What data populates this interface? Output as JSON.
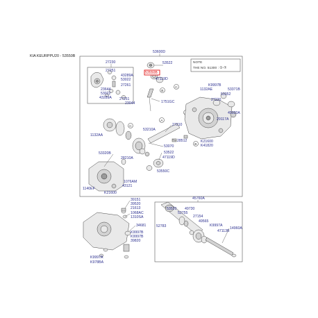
{
  "header": {
    "model_text": "KIA KEURPPU20 - 53550B"
  },
  "note": {
    "title": "NOTE",
    "text": "THE NO. 51300 : ①-⑦"
  },
  "highlighted_label": "53550B",
  "callout_letters": {
    "a1": "A",
    "a2": "A",
    "b1": "B",
    "b2": "B",
    "c1": "C",
    "c2": "C"
  },
  "labels": {
    "p53600D": "53600D",
    "p27230": "27230",
    "p27251a": "27251",
    "p43289A": "43289A",
    "p53022a": "53022",
    "p27261": "27261",
    "p23644": "23644",
    "p53022b": "53022",
    "p43289Ab": "43289A",
    "p27251b": "27251",
    "p23044": "23044",
    "p53522a": "53522",
    "p47119Da": "47119D",
    "p1751GC": "1751GC",
    "pK9997B": "K9997B",
    "p1132AE": "1132AE",
    "p53371B": "53371B",
    "p53352": "53352",
    "p27220": "27220",
    "p45020A": "45020A",
    "p29117A": "29117A",
    "p1132AA": "1132AA",
    "p53210A": "53210A",
    "p27210": "27210",
    "p28512": "28512",
    "pK21600a": "K21600",
    "pK41820": "K41820",
    "p53070": "53070",
    "p53320B": "53320B",
    "p28210A": "28210A",
    "p53522b": "53522",
    "p47119Db": "47119D",
    "p53550C": "53550C",
    "p1076AM": "1076AM",
    "p43121": "43121",
    "p1140EF": "1140EF",
    "pK21600b": "K21600",
    "p39151": "39151",
    "p39520": "39520",
    "p21613": "21613",
    "p1068AC": "1068AC",
    "p1310SA": "1310SA",
    "p34681": "34681",
    "pK9997Ba": "K9997B",
    "pK9997Bb": "K9997B",
    "p39820": "39820",
    "pK9997A": "K9997A",
    "pK978BA": "K978BA",
    "p45760A": "45760A",
    "p53520": "53520",
    "p49730": "49730",
    "p52755": "52755",
    "p27154": "27154",
    "p52783": "52783",
    "p49565": "49565",
    "pK9997Ab": "K9997A",
    "p47113B": "47113B",
    "p14960A": "14960A"
  }
}
